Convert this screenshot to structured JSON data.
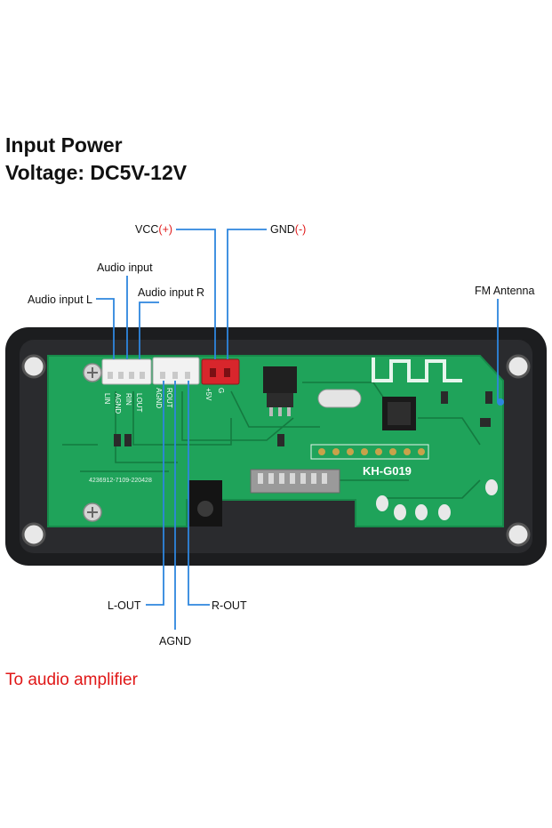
{
  "title": {
    "line1": "Input Power",
    "line2": "Voltage: DC5V-12V"
  },
  "labels": {
    "vcc_prefix": "VCC",
    "vcc_sign": "(+)",
    "gnd_prefix": "GND",
    "gnd_sign": "(-)",
    "audio_input": "Audio input",
    "audio_input_l": "Audio input L",
    "audio_input_r": "Audio input R",
    "fm_antenna": "FM Antenna",
    "l_out": "L-OUT",
    "r_out": "R-OUT",
    "agnd": "AGND"
  },
  "board": {
    "model": "KH-G019",
    "serial": "4236912-7109-220428",
    "pins_left": [
      "LIN",
      "AGND",
      "RIN",
      "LOUT"
    ],
    "pins_mid": [
      "AGND",
      "ROUT"
    ],
    "pins_power": [
      "+5V",
      "G"
    ]
  },
  "footer": "To audio amplifier",
  "colors": {
    "accent_red": "#e01818",
    "pcb_green": "#1fa35a",
    "frame_black": "#1c1d1f",
    "callout_blue": "#2e86de"
  }
}
